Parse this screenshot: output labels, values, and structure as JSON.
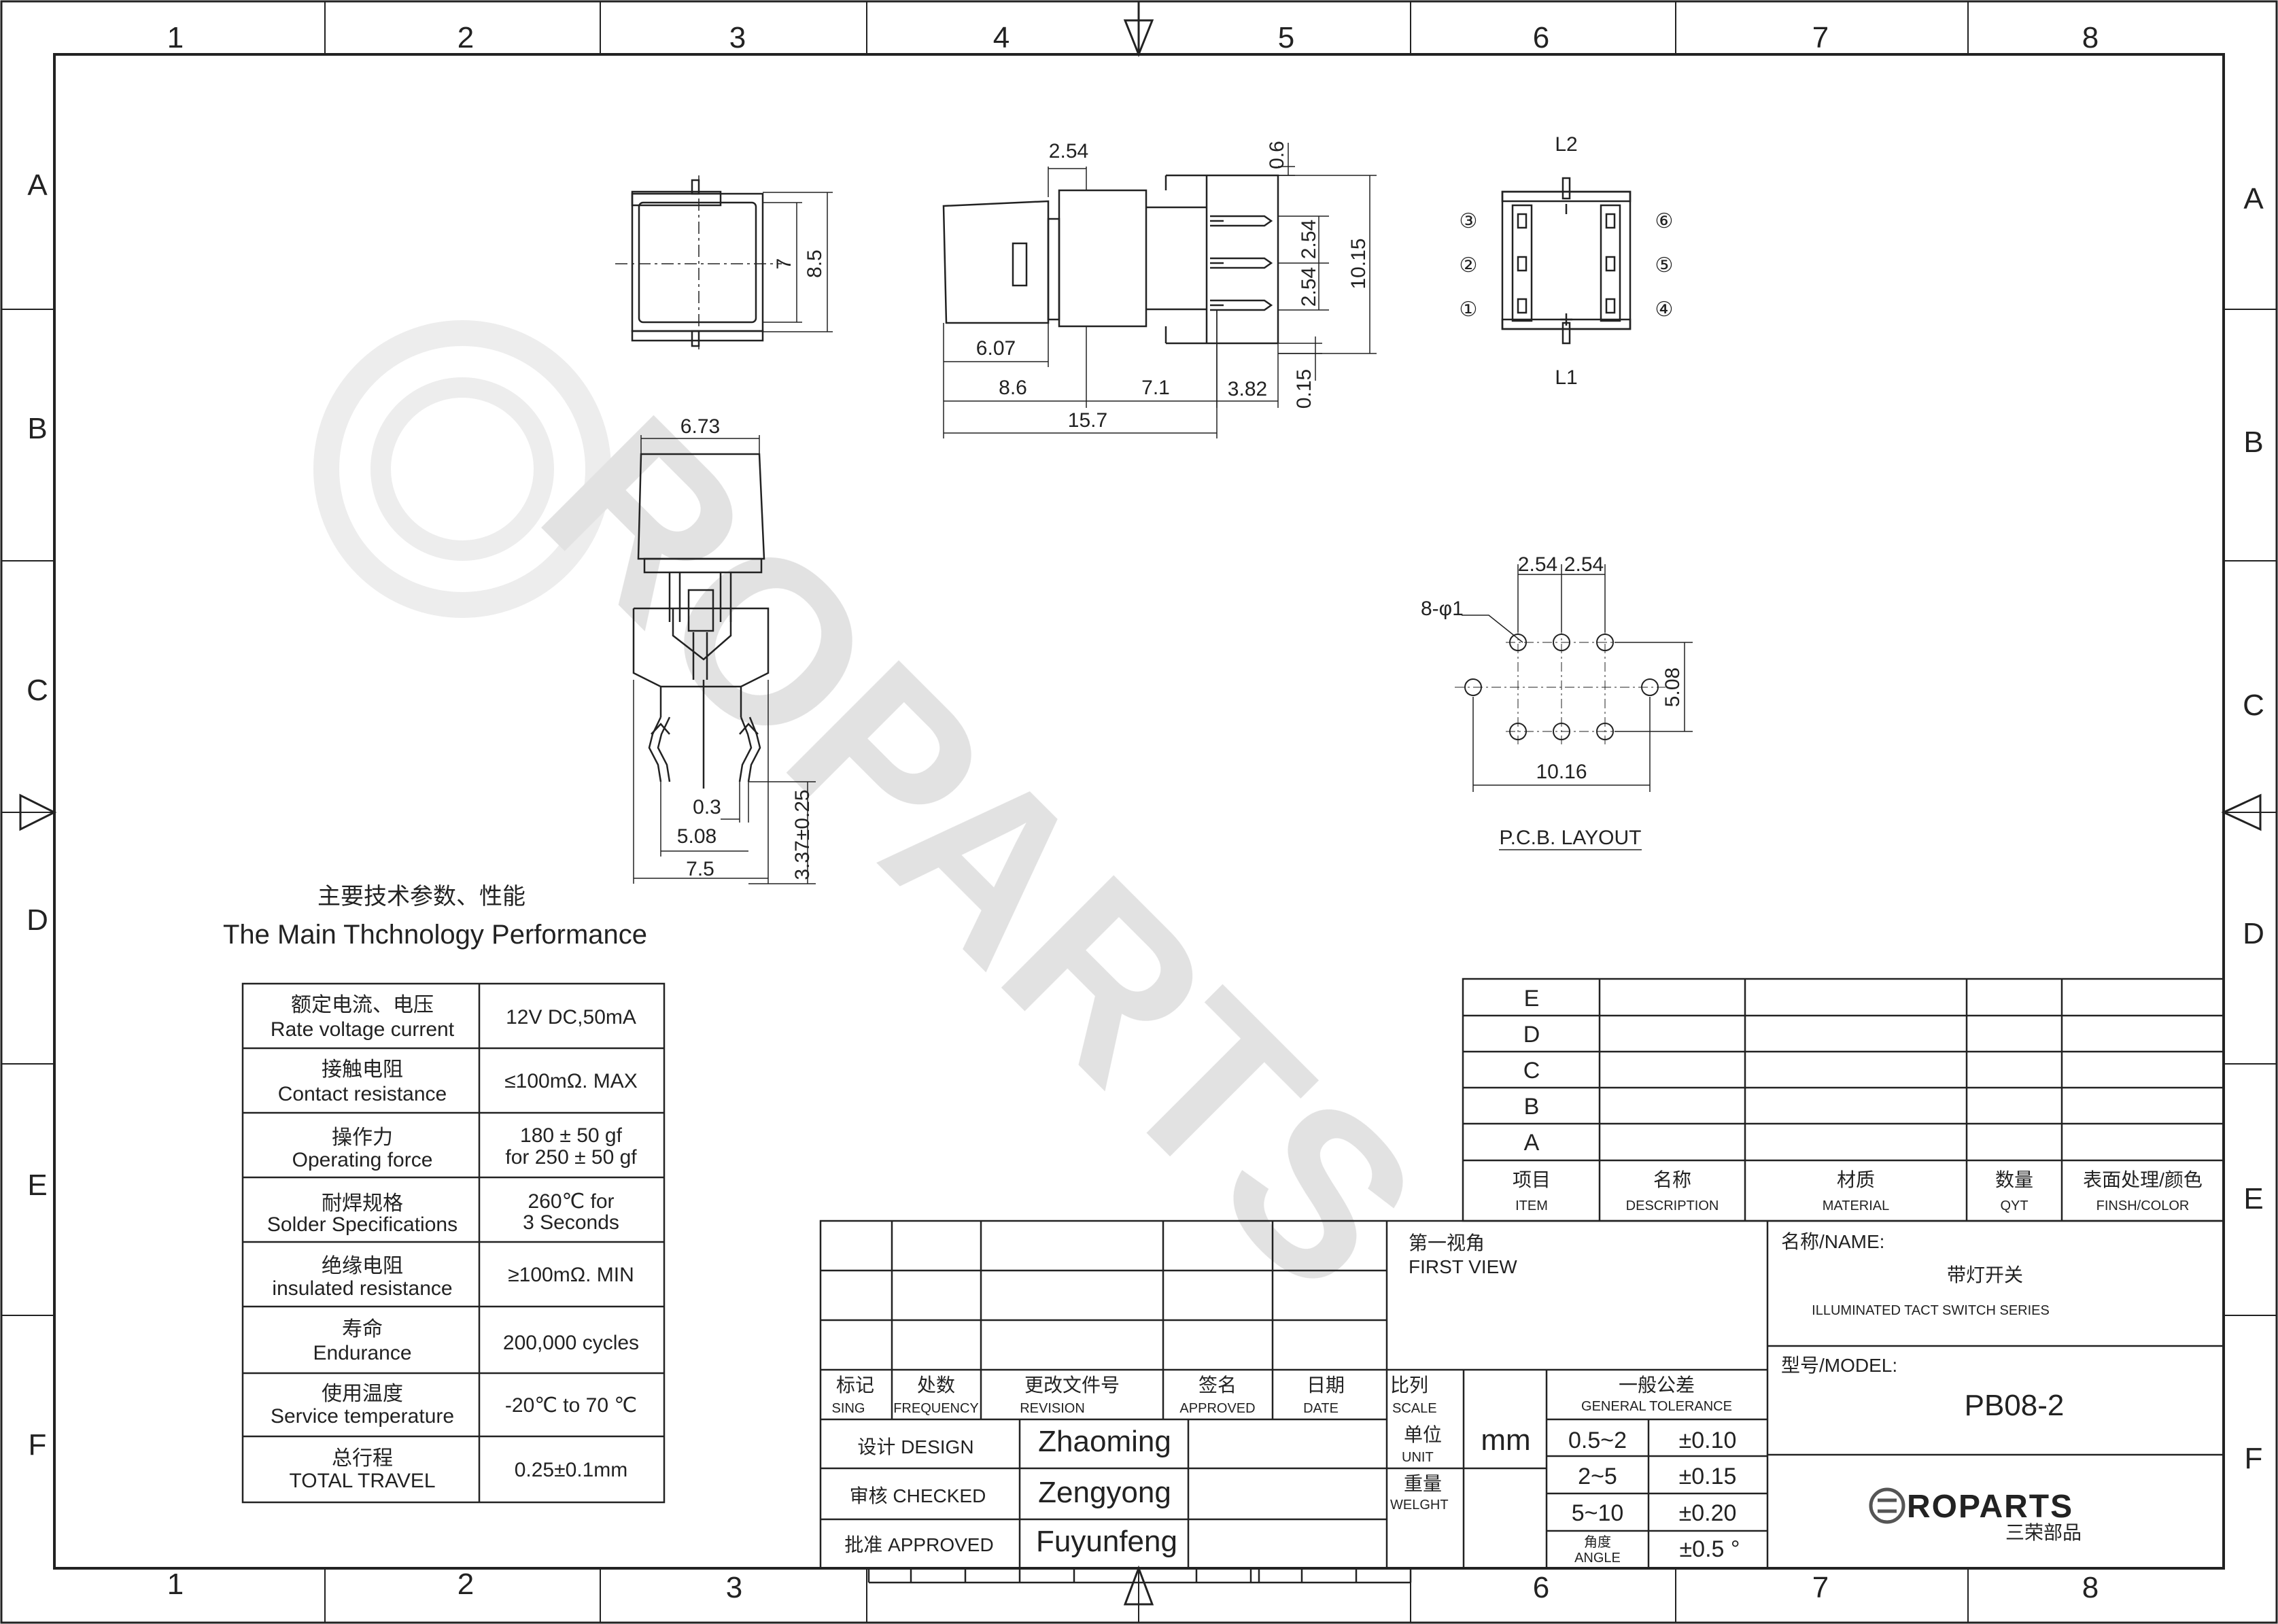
{
  "zones": {
    "columns": [
      "1",
      "2",
      "3",
      "4",
      "5",
      "6",
      "7",
      "8"
    ],
    "rows": [
      "A",
      "B",
      "C",
      "D",
      "E",
      "F"
    ]
  },
  "dims": {
    "top_view": {
      "inner": "7",
      "outer": "8.5"
    },
    "side_view": {
      "d_2_54_top": "2.54",
      "d_0_6": "0.6",
      "d_2_54_a": "2.54",
      "d_2_54_b": "2.54",
      "d_10_15": "10.15",
      "d_6_07": "6.07",
      "d_8_6": "8.6",
      "d_7_1": "7.1",
      "d_3_82": "3.82",
      "d_0_15": "0.15",
      "d_15_7": "15.7"
    },
    "front_view": {
      "d_6_73": "6.73",
      "d_0_3": "0.3",
      "d_5_08": "5.08",
      "d_7_5": "7.5",
      "d_3_37": "3.37±0.25"
    },
    "pin_view": {
      "l2": "L2",
      "l1": "L1",
      "pins": [
        "①",
        "②",
        "③",
        "④",
        "⑤",
        "⑥"
      ]
    },
    "pcb": {
      "pitch_a": "2.54",
      "pitch_b": "2.54",
      "holes": "8-φ1",
      "height": "5.08",
      "width": "10.16",
      "caption": "P.C.B. LAYOUT"
    }
  },
  "watermark": "ROPARTS",
  "performance": {
    "title_cn": "主要技术参数、性能",
    "title_en": "The Main Thchnology Performance",
    "rows": [
      {
        "label_cn": "额定电流、电压",
        "label_en": "Rate voltage current",
        "value": [
          "12V DC,50mA"
        ]
      },
      {
        "label_cn": "接触电阻",
        "label_en": "Contact resistance",
        "value": [
          "≤100mΩ. MAX"
        ]
      },
      {
        "label_cn": "操作力",
        "label_en": "Operating  force",
        "value": [
          "180 ± 50 gf",
          "for 250 ± 50 gf"
        ]
      },
      {
        "label_cn": "耐焊规格",
        "label_en": "Solder Specifications",
        "value": [
          "260℃ for",
          "3 Seconds"
        ]
      },
      {
        "label_cn": "绝缘电阻",
        "label_en": "insulated resistance",
        "value": [
          "≥100mΩ. MIN"
        ]
      },
      {
        "label_cn": "寿命",
        "label_en": "Endurance",
        "value": [
          "200,000 cycles"
        ]
      },
      {
        "label_cn": "使用温度",
        "label_en": "Service temperature",
        "value": [
          "-20℃ to 70 ℃"
        ]
      },
      {
        "label_cn": "总行程",
        "label_en": "TOTAL TRAVEL",
        "value": [
          "0.25±0.1mm"
        ]
      }
    ]
  },
  "bom": {
    "rows": [
      "E",
      "D",
      "C",
      "B",
      "A"
    ],
    "headers": [
      {
        "cn": "项目",
        "en": "ITEM"
      },
      {
        "cn": "名称",
        "en": "DESCRIPTION"
      },
      {
        "cn": "材质",
        "en": "MATERIAL"
      },
      {
        "cn": "数量",
        "en": "QYT"
      },
      {
        "cn": "表面处理/颜色",
        "en": "FINSH/COLOR"
      }
    ]
  },
  "title_block": {
    "revision_headers": [
      {
        "cn": "标记",
        "en": "SING"
      },
      {
        "cn": "处数",
        "en": "FREQUENCY"
      },
      {
        "cn": "更改文件号",
        "en": "REVISION"
      },
      {
        "cn": "签名",
        "en": "APPROVED"
      },
      {
        "cn": "日期",
        "en": "DATE"
      }
    ],
    "design_label": "设计 DESIGN",
    "design_name": "Zhaoming",
    "checked_label": "审核 CHECKED",
    "checked_name": "Zengyong",
    "approved_label": "批准 APPROVED",
    "approved_name": "Fuyunfeng",
    "first_view_cn": "第一视角",
    "first_view_en": "FIRST VIEW",
    "scale_cn": "比列",
    "scale_en": "SCALE",
    "unit_cn": "单位",
    "unit_en": "UNIT",
    "unit_value": "mm",
    "weight_cn": "重量",
    "weight_en": "WELGHT",
    "tolerance_cn": "一般公差",
    "tolerance_en": "GENERAL TOLERANCE",
    "tolerances": [
      {
        "range": "0.5~2",
        "value": "±0.10"
      },
      {
        "range": "2~5",
        "value": "±0.15"
      },
      {
        "range": "5~10",
        "value": "±0.20"
      }
    ],
    "angle_cn": "角度",
    "angle_en": "ANGLE",
    "angle_value": "±0.5 °",
    "name_label": "名称/NAME:",
    "name_cn": "带灯开关",
    "name_en": "ILLUMINATED TACT SWITCH SERIES",
    "model_label": "型号/MODEL:",
    "model": "PB08-2",
    "logo_text": "ROPARTS",
    "logo_cn": "三荣部品"
  }
}
